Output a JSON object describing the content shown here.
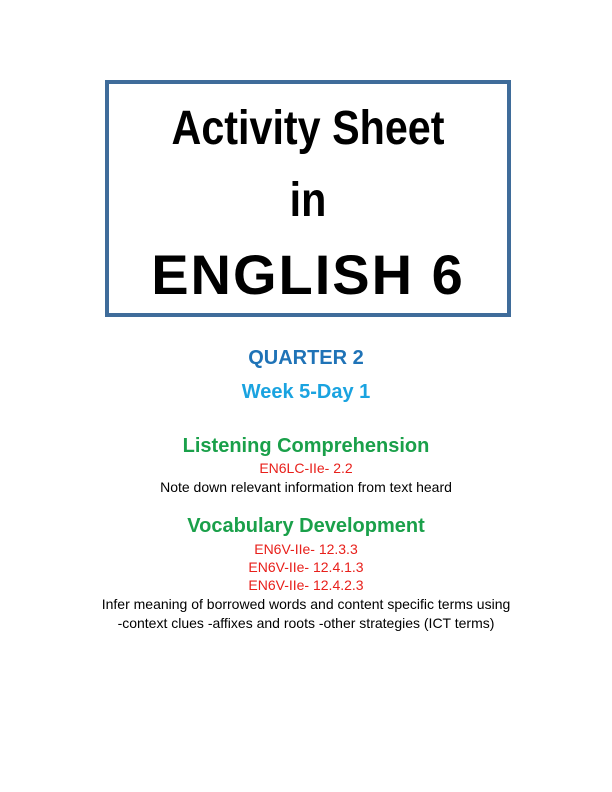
{
  "title": {
    "line1": "Activity Sheet",
    "line2": "in",
    "line3": "ENGLISH 6"
  },
  "quarter": "QUARTER 2",
  "week": "Week 5-Day 1",
  "listening": {
    "heading": "Listening Comprehension",
    "code": "EN6LC-IIe- 2.2",
    "description": "Note down relevant information from text heard"
  },
  "vocabulary": {
    "heading": "Vocabulary Development",
    "codes": [
      "EN6V-IIe- 12.3.3",
      "EN6V-IIe- 12.4.1.3",
      "EN6V-IIe- 12.4.2.3"
    ],
    "description_line1": "Infer meaning of borrowed words and content specific terms using",
    "description_line2": "-context clues -affixes and roots -other strategies (ICT terms)"
  },
  "colors": {
    "box_border": "#3f6c9a",
    "quarter": "#1f73b7",
    "week": "#1aa3e0",
    "heading": "#1aa04a",
    "code": "#e8201b",
    "text": "#000000"
  }
}
